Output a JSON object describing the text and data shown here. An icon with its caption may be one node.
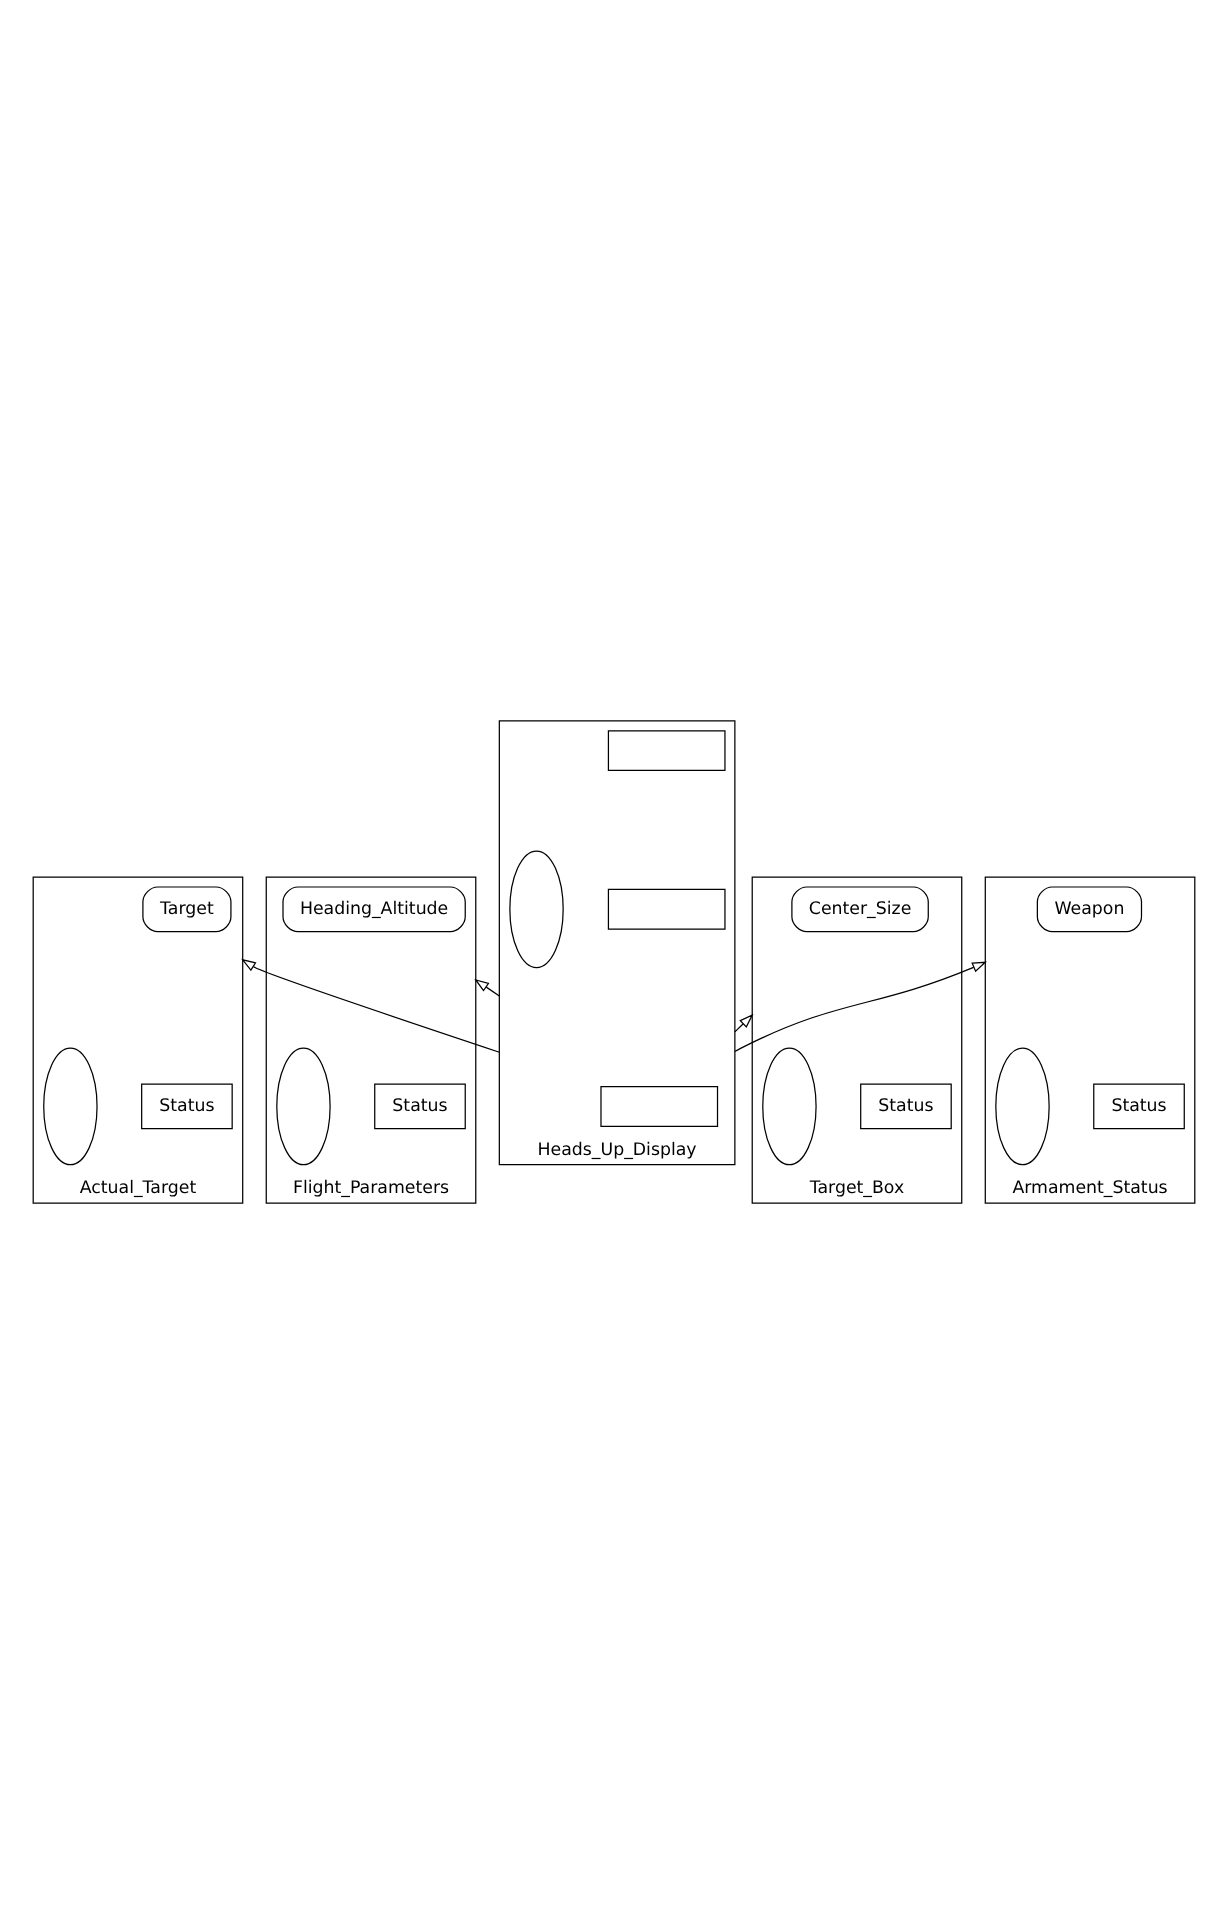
{
  "diagram": {
    "nodes": [
      {
        "text": [
          "Actual_Target"
        ]
      },
      {
        "text": [
          "Target"
        ],
        "in": 0
      },
      {
        "text": [
          "Status"
        ],
        "in": 0
      },
      {
        "text": [],
        "shape": "ellipse",
        "in": 0
      },
      {
        "text": [
          "Armament_Status"
        ]
      },
      {
        "text": [
          "Weapon"
        ],
        "in": 4
      },
      {
        "text": [
          "Status"
        ],
        "in": 4
      },
      {
        "text": [],
        "shape": "ellipse",
        "in": 4
      },
      {
        "text": [
          "Flight_Parameters"
        ]
      },
      {
        "text": [
          "Heading_Altitude"
        ],
        "in": 8
      },
      {
        "text": [
          "Status"
        ],
        "in": 8
      },
      {
        "text": [],
        "shape": "ellipse",
        "in": 8
      },
      {
        "text": [
          "Target_Box"
        ]
      },
      {
        "text": [
          "Center_Size"
        ],
        "in": 12
      },
      {
        "text": [
          "Status"
        ],
        "in": 12
      },
      {
        "text": [],
        "shape": "ellipse",
        "in": 12
      },
      {
        "text": [
          "Heads_Up_Display"
        ]
      },
      {
        "text": [],
        "shape": "box",
        "in": 16
      },
      {
        "text": [],
        "shape": "box",
        "in": 16
      },
      {
        "text": [],
        "shape": "box",
        "in": 16
      },
      {
        "text": [],
        "shape": "ellipse",
        "in": 16
      }
    ],
    "edges": [
      {
        "from": 16,
        "to": 0,
        "arrow": "to"
      },
      {
        "from": 16,
        "to": 4,
        "arrow": "to"
      },
      {
        "from": 16,
        "to": 8,
        "arrow": "to"
      },
      {
        "from": 16,
        "to": 12,
        "arrow": "to"
      }
    ]
  }
}
